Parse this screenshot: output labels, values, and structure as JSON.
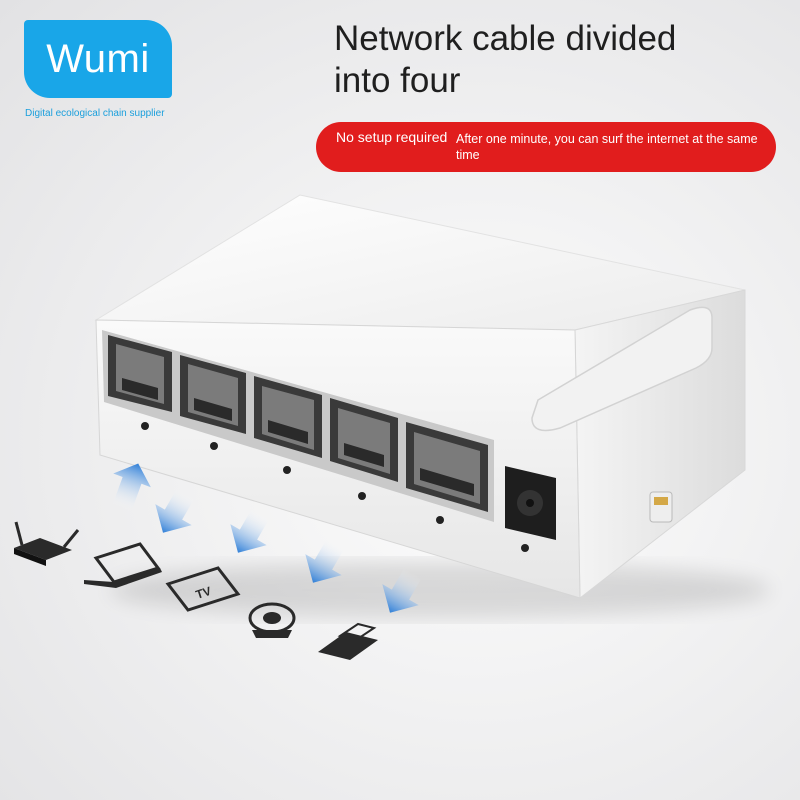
{
  "brand": {
    "name": "Wumi",
    "tagline": "Digital ecological chain supplier",
    "color": "#19a6e8"
  },
  "headline": {
    "line1": "Network cable divided",
    "line2": "into four"
  },
  "banner": {
    "left_text": "No setup required",
    "right_text": "After one minute, you can surf the internet at the same time",
    "color": "#e11d1d"
  },
  "product": {
    "type": "5-port network switch",
    "color": "#ffffff",
    "ports": 5
  },
  "devices": [
    {
      "icon": "router-icon"
    },
    {
      "icon": "laptop-icon"
    },
    {
      "icon": "tv-icon",
      "label": "TV"
    },
    {
      "icon": "webcam-icon"
    },
    {
      "icon": "card-reader-icon"
    }
  ],
  "arrow_color": "#2f7fd8"
}
